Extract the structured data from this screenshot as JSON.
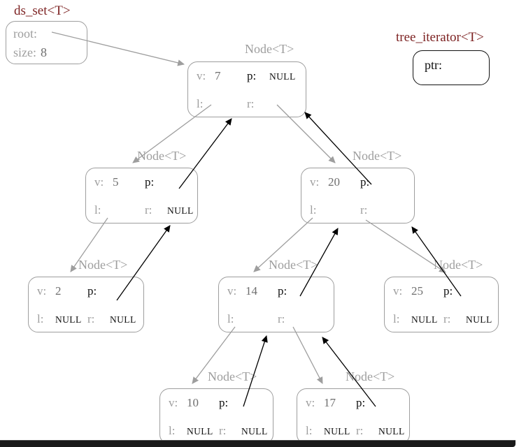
{
  "ds_set": {
    "title": "ds_set<T>",
    "root_label": "root:",
    "size_label": "size:",
    "size_value": "8"
  },
  "tree_iterator": {
    "title": "tree_iterator<T>",
    "ptr_label": "ptr:"
  },
  "node_title": "Node<T>",
  "labels": {
    "v": "v:",
    "p": "p:",
    "l": "l:",
    "r": "r:"
  },
  "nodes": [
    {
      "v": "7",
      "p": "NULL",
      "l": "",
      "r": ""
    },
    {
      "v": "5",
      "p": "",
      "l": "",
      "r": "NULL"
    },
    {
      "v": "20",
      "p": "",
      "l": "",
      "r": ""
    },
    {
      "v": "2",
      "p": "",
      "l": "NULL",
      "r": "NULL"
    },
    {
      "v": "14",
      "p": "",
      "l": "",
      "r": ""
    },
    {
      "v": "25",
      "p": "",
      "l": "NULL",
      "r": "NULL"
    },
    {
      "v": "10",
      "p": "",
      "l": "NULL",
      "r": "NULL"
    },
    {
      "v": "17",
      "p": "",
      "l": "NULL",
      "r": "NULL"
    }
  ],
  "colors": {
    "gray": "#9e9e9e",
    "black": "#000000",
    "header_red": "#7e2424"
  }
}
